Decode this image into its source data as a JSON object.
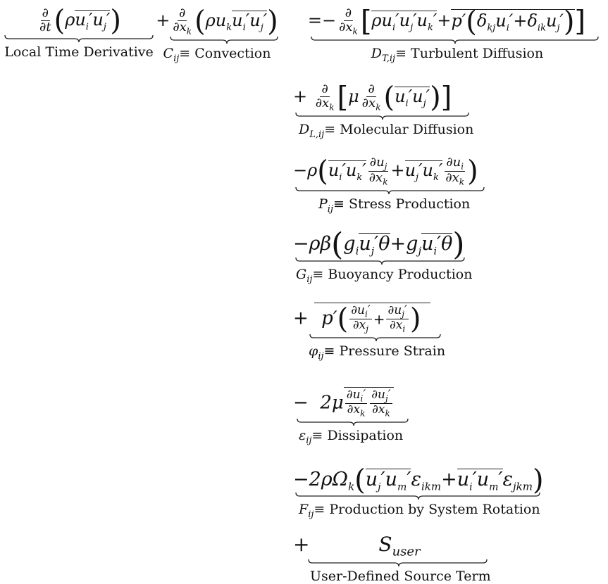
{
  "terms": [
    {
      "id": "local",
      "symbol": "",
      "label": "Local Time Derivative"
    },
    {
      "id": "convection",
      "symbol": "C",
      "sub": "ij",
      "label": "Convection"
    },
    {
      "id": "turb-diff",
      "symbol": "D",
      "sub": "T,ij",
      "label": "Turbulent Diffusion"
    },
    {
      "id": "mol-diff",
      "symbol": "D",
      "sub": "L,ij",
      "label": "Molecular Diffusion"
    },
    {
      "id": "stress-prod",
      "symbol": "P",
      "sub": "ij",
      "label": "Stress Production"
    },
    {
      "id": "buoyancy",
      "symbol": "G",
      "sub": "ij",
      "label": "Buoyancy Production"
    },
    {
      "id": "pressure-strain",
      "symbol": "φ",
      "sub": "ij",
      "label": "Pressure Strain"
    },
    {
      "id": "dissipation",
      "symbol": "ε",
      "sub": "ij",
      "label": "Dissipation"
    },
    {
      "id": "rotation",
      "symbol": "F",
      "sub": "ij",
      "label": "Production by System Rotation"
    },
    {
      "id": "user",
      "symbol": "",
      "label": "User-Defined Source Term"
    }
  ],
  "equiv": "≡",
  "source_symbol": "S",
  "source_sub": "user"
}
